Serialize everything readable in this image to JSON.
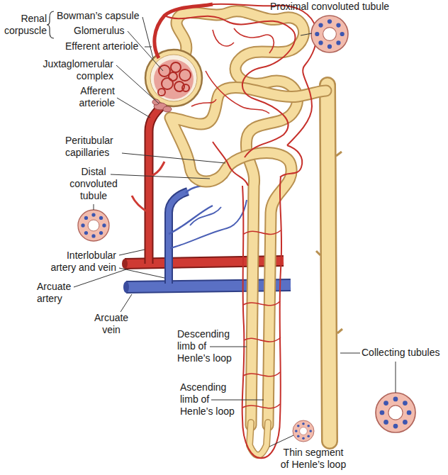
{
  "diagram": {
    "labels": [
      "Proximal convoluted tubule",
      "Renal corpuscle",
      "Bowman’s capsule",
      "Glomerulus",
      "Efferent arteriole",
      "Juxtaglomerular complex",
      "Afferent arteriole",
      "Peritubular capillaries",
      "Distal convoluted tubule",
      "Interlobular artery and vein",
      "Arcuate artery",
      "Arcuate vein",
      "Descending limb of Henle’s loop",
      "Ascending limb of Henle’s loop",
      "Collecting tubules",
      "Thin segment of Henle’s loop"
    ]
  }
}
